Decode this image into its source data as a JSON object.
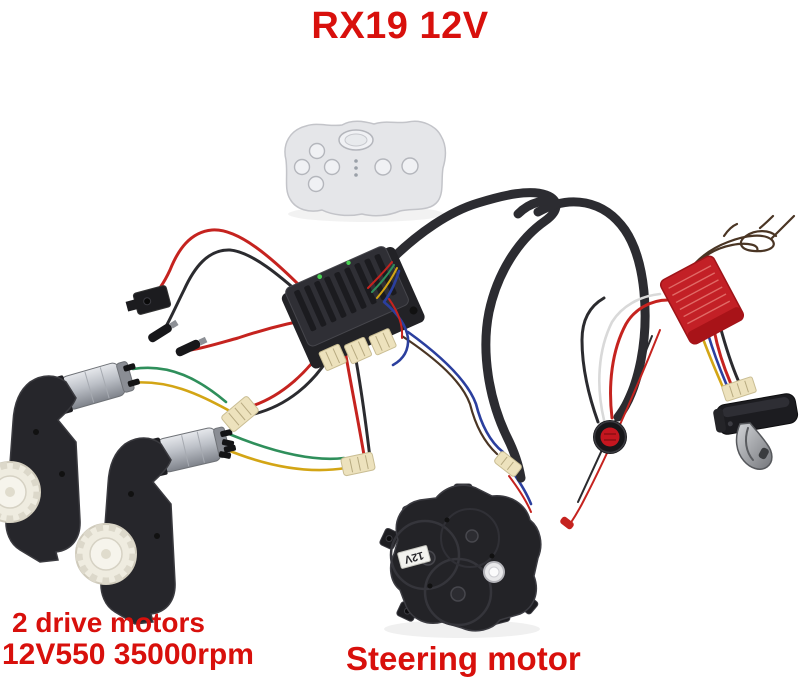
{
  "title": "RX19 12V",
  "annotations": {
    "drive_motors_line1": "2 drive motors",
    "drive_motors_line2": "12V550 35000rpm",
    "steering_motor_label": "Steering motor"
  },
  "stickers": {
    "steering_gearbox": "12V"
  },
  "components": [
    "remote-control",
    "receiver-control-module",
    "wiring-harness",
    "drive-motor-1",
    "drive-motor-2",
    "steering-motor",
    "power-switch",
    "red-module",
    "gear-shift-lever",
    "antenna-wires"
  ],
  "colors": {
    "background": "#ffffff",
    "label_red": "#d8100c",
    "wire_red": "#c5231f",
    "wire_black": "#2b2b2f",
    "wire_green": "#2f8f5b",
    "wire_yellow": "#d3a515",
    "wire_blue": "#2b3f9e",
    "wire_brown": "#4a3524",
    "wire_white": "#d9d9d9",
    "cable_black": "#2c2c31",
    "connector_cream": "#ede2bd",
    "module_body": "#2f2f35",
    "remote_body": "#e5e6e9",
    "red_module": "#c32026",
    "motor_silver": "#c3c6cc",
    "gearbox_black": "#26262b",
    "gear_white": "#efece0"
  }
}
